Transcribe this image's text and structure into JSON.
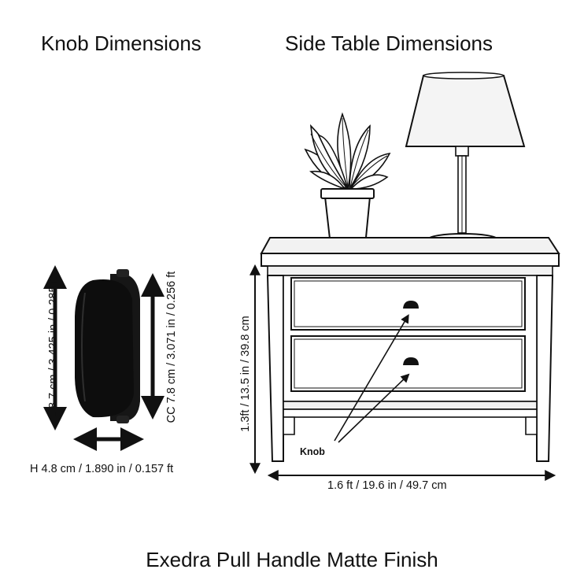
{
  "headings": {
    "knob": "Knob Dimensions",
    "side_table": "Side Table Dimensions"
  },
  "knob_dimensions": {
    "length": "L 8.7 cm / 3.425 in / 0.285 ft",
    "center_to_center": "CC 7.8 cm / 3.071 in / 0.256 ft",
    "height": "H 4.8 cm / 1.890 in / 0.157 ft"
  },
  "side_table_dimensions": {
    "height": "1.3ft / 13.5 in / 39.8 cm",
    "width": "1.6 ft / 19.6 in / 49.7 cm",
    "knob_callout": "Knob"
  },
  "product_title": "Exedra Pull Handle Matte Finish",
  "colors": {
    "ink": "#111111",
    "knob_finish": "#0d0d0d",
    "lamp_shade": "#f4f4f4",
    "table_fill": "#f2f2f2",
    "background": "#ffffff"
  }
}
